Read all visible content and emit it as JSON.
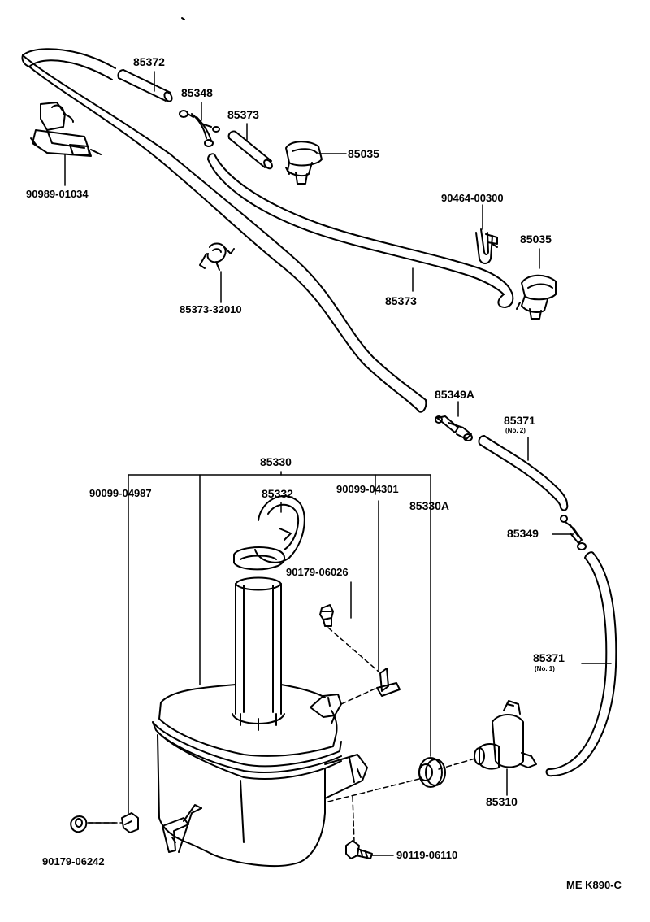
{
  "parts": {
    "p85372": "85372",
    "p85348": "85348",
    "p85373_top": "85373",
    "p85035_top": "85035",
    "p90989": "90989-01034",
    "p90464": "90464-00300",
    "p85035_right": "85035",
    "p85373_clamp": "85373-32010",
    "p85373_mid": "85373",
    "p85349A": "85349A",
    "p85371_no2": "85371",
    "p85371_no2_sub": "(No. 2)",
    "p85330": "85330",
    "p90099_04987": "90099-04987",
    "p85332": "85332",
    "p90099_04301": "90099-04301",
    "p85330A": "85330A",
    "p85349": "85349",
    "p90179_06026": "90179-06026",
    "p85371_no1": "85371",
    "p85371_no1_sub": "(No. 1)",
    "p85310": "85310",
    "p90179_06242": "90179-06242",
    "p90119_06110": "90119-06110"
  },
  "diagram_code": "ME K890-C"
}
